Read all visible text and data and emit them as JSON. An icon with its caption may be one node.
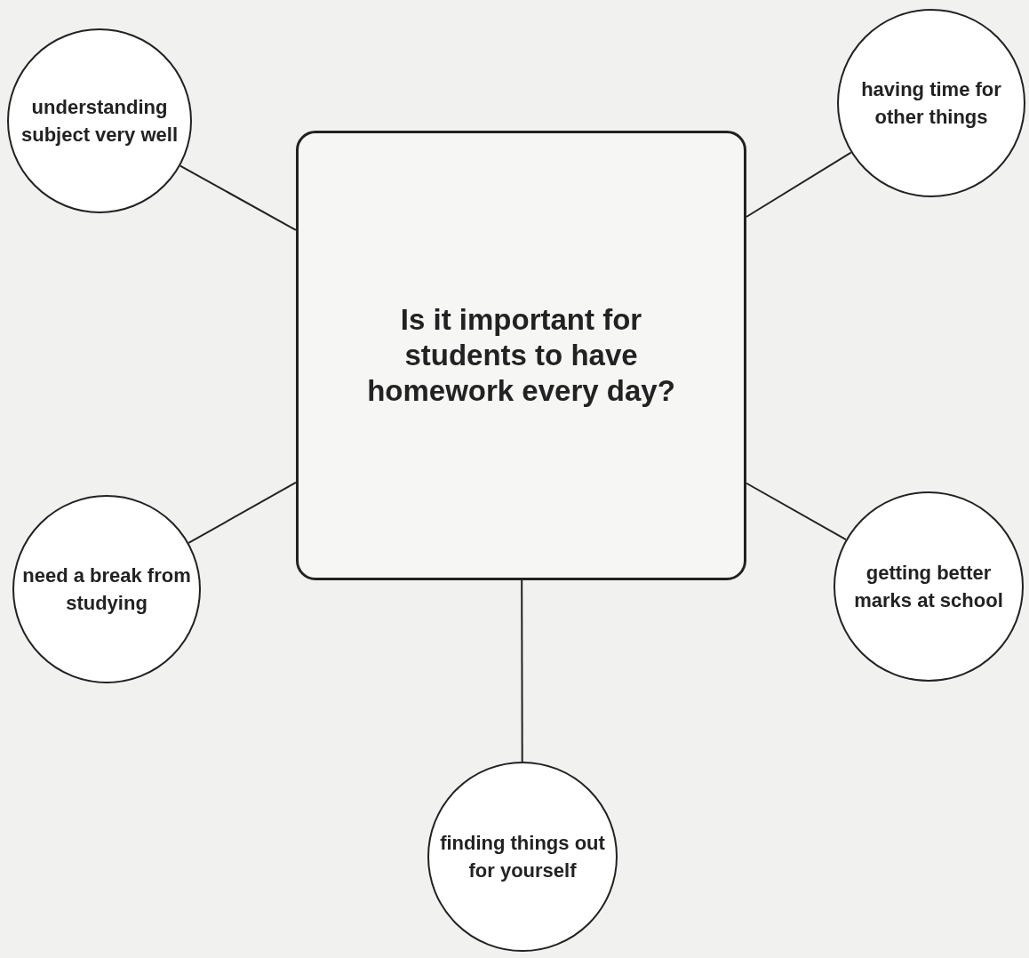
{
  "diagram": {
    "nodes": [
      {
        "text": [
          "understanding subject very well"
        ]
      },
      {
        "text": [
          "having time for other things"
        ]
      },
      {
        "text": [
          "Is it important for students to have homework every day?"
        ]
      },
      {
        "text": [
          "need a break from studying"
        ]
      },
      {
        "text": [
          "getting better marks at school"
        ]
      },
      {
        "text": [
          "finding things out for yourself"
        ]
      }
    ],
    "edges": [
      {
        "from": 2,
        "to": 0,
        "arrow": "none"
      },
      {
        "from": 2,
        "to": 1,
        "arrow": "none"
      },
      {
        "from": 2,
        "to": 3,
        "arrow": "none"
      },
      {
        "from": 2,
        "to": 4,
        "arrow": "none"
      },
      {
        "from": 2,
        "to": 5,
        "arrow": "none"
      }
    ]
  }
}
